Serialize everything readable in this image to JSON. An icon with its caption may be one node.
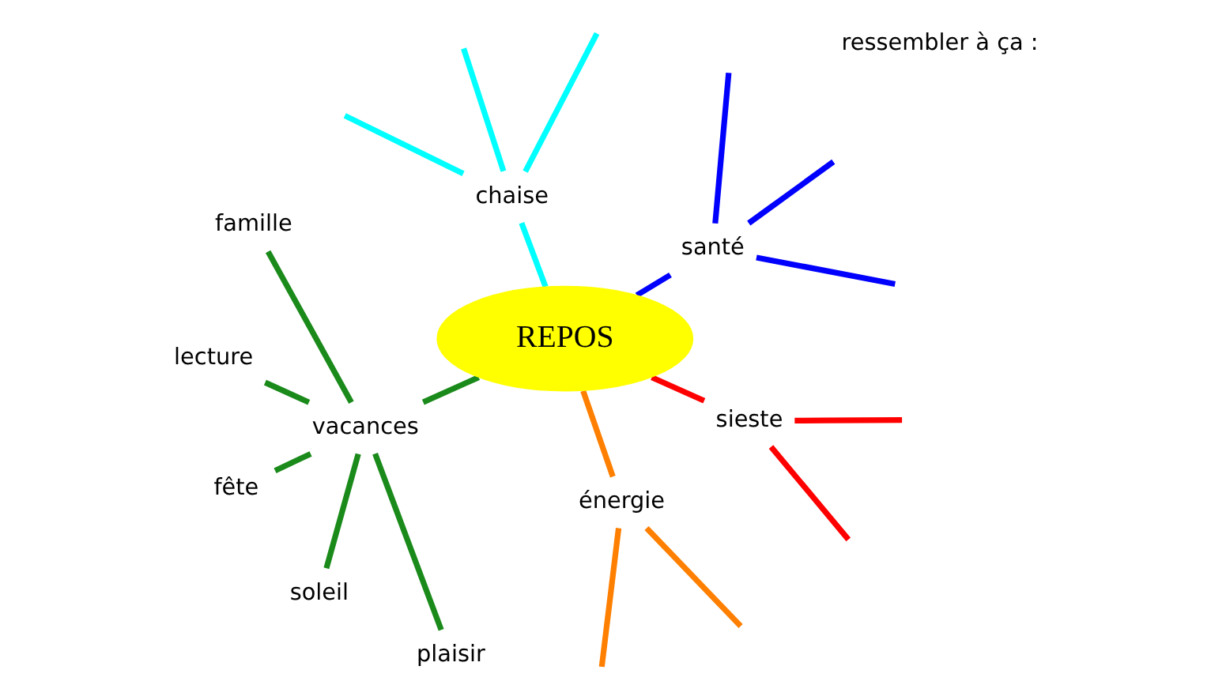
{
  "diagram": {
    "nodes": [
      {
        "text": [
          "REPOS"
        ]
      },
      {
        "text": [
          "santé"
        ]
      },
      {
        "text": [
          "chaise"
        ]
      },
      {
        "text": [
          "vacances"
        ]
      },
      {
        "text": [
          "énergie"
        ]
      },
      {
        "text": [
          "sieste"
        ]
      },
      {
        "text": [
          "famille"
        ]
      },
      {
        "text": [
          "lecture"
        ]
      },
      {
        "text": [
          "fête"
        ]
      },
      {
        "text": [
          "soleil"
        ]
      },
      {
        "text": [
          "plaisir"
        ]
      }
    ],
    "edges": [
      {
        "from": 0,
        "to": 1,
        "arrow": "none",
        "color": "#0000ff"
      },
      {
        "from": 0,
        "to": 2,
        "arrow": "none",
        "color": "#00ffff"
      },
      {
        "from": 0,
        "to": 3,
        "arrow": "none",
        "color": "#1a8a1a"
      },
      {
        "from": 0,
        "to": 4,
        "arrow": "none",
        "color": "#ff7f00"
      },
      {
        "from": 0,
        "to": 5,
        "arrow": "none",
        "color": "#ff0000"
      },
      {
        "from": 1,
        "to": null,
        "arrow": "none",
        "color": "#0000ff"
      },
      {
        "from": 1,
        "to": null,
        "arrow": "none",
        "color": "#0000ff"
      },
      {
        "from": 1,
        "to": null,
        "arrow": "none",
        "color": "#0000ff"
      },
      {
        "from": 2,
        "to": null,
        "arrow": "none",
        "color": "#00ffff"
      },
      {
        "from": 2,
        "to": null,
        "arrow": "none",
        "color": "#00ffff"
      },
      {
        "from": 2,
        "to": null,
        "arrow": "none",
        "color": "#00ffff"
      },
      {
        "from": 3,
        "to": 6,
        "arrow": "none",
        "color": "#1a8a1a"
      },
      {
        "from": 3,
        "to": 7,
        "arrow": "none",
        "color": "#1a8a1a"
      },
      {
        "from": 3,
        "to": 8,
        "arrow": "none",
        "color": "#1a8a1a"
      },
      {
        "from": 3,
        "to": 9,
        "arrow": "none",
        "color": "#1a8a1a"
      },
      {
        "from": 3,
        "to": 10,
        "arrow": "none",
        "color": "#1a8a1a"
      },
      {
        "from": 4,
        "to": null,
        "arrow": "none",
        "color": "#ff7f00"
      },
      {
        "from": 4,
        "to": null,
        "arrow": "none",
        "color": "#ff7f00"
      },
      {
        "from": 5,
        "to": null,
        "arrow": "none",
        "color": "#ff0000"
      },
      {
        "from": 5,
        "to": null,
        "arrow": "none",
        "color": "#ff0000"
      }
    ],
    "labels": [
      "ressembler à ça :"
    ]
  }
}
